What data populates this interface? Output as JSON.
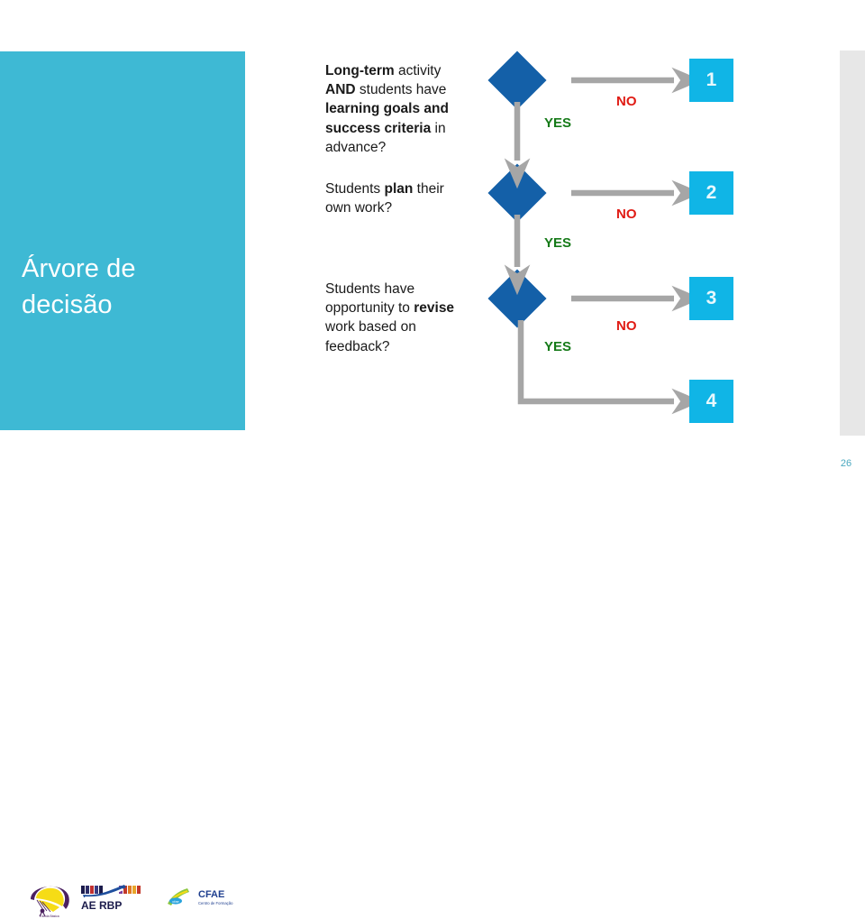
{
  "slide": {
    "page_number": "26",
    "title_panel": {
      "title": "Árvore de\ndecisão",
      "bg_color": "#3eb9d4",
      "text_color": "#ffffff"
    },
    "right_band_color": "#e7e7e7"
  },
  "flowchart": {
    "diamond_color": "#1460A8",
    "numbox_color": "#10b5e6",
    "arrow_color": "#a6a6a6",
    "yes_color": "#157A18",
    "no_color": "#E01B14",
    "nodes": [
      {
        "id": "q1",
        "question_html": "<b>Long-term</b> activity <b>AND</b> students have <b>learning goals and success criteria</b> in advance?",
        "question_plain": "Long-term activity AND students have learning goals and success criteria in advance?",
        "yes_label": "YES",
        "no_label": "NO",
        "no_target": "1"
      },
      {
        "id": "q2",
        "question_html": "Students <b>plan</b> their own work?",
        "question_plain": "Students plan their own work?",
        "yes_label": "YES",
        "no_label": "NO",
        "no_target": "2"
      },
      {
        "id": "q3",
        "question_html": "Students have opportunity to <b>revise</b> work based on feedback?",
        "question_plain": "Students have opportunity to revise work based on feedback?",
        "yes_label": "YES",
        "no_label": "NO",
        "no_target": "3",
        "yes_target": "4"
      }
    ],
    "outcomes": [
      {
        "label": "1"
      },
      {
        "label": "2"
      },
      {
        "label": "3"
      },
      {
        "label": "4"
      }
    ]
  },
  "footer": {
    "logos": [
      {
        "name": "paraglider-logo",
        "alt": "paraglider logo"
      },
      {
        "name": "aerbp-logo",
        "alt": "AE RBP",
        "text": "AE RBP"
      },
      {
        "name": "cfae-logo",
        "alt": "CFAE",
        "text": "CFAE"
      }
    ]
  }
}
